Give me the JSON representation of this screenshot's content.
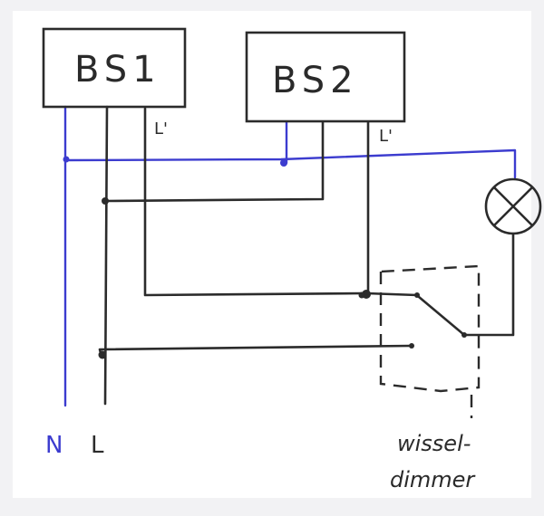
{
  "diagram": {
    "boxes": {
      "bs1": {
        "label": "BS1"
      },
      "bs2": {
        "label": "BS2"
      }
    },
    "terminals": {
      "bs1_lprime": "L'",
      "bs2_lprime": "L'"
    },
    "rails": {
      "neutral": {
        "label": "N",
        "color": "#3c3ccf"
      },
      "live": {
        "label": "L",
        "color": "#2b2b2b"
      }
    },
    "dimmer": {
      "caption_line1": "wissel-",
      "caption_line2": "dimmer"
    },
    "lamp": {
      "icon": "lamp-icon"
    }
  }
}
